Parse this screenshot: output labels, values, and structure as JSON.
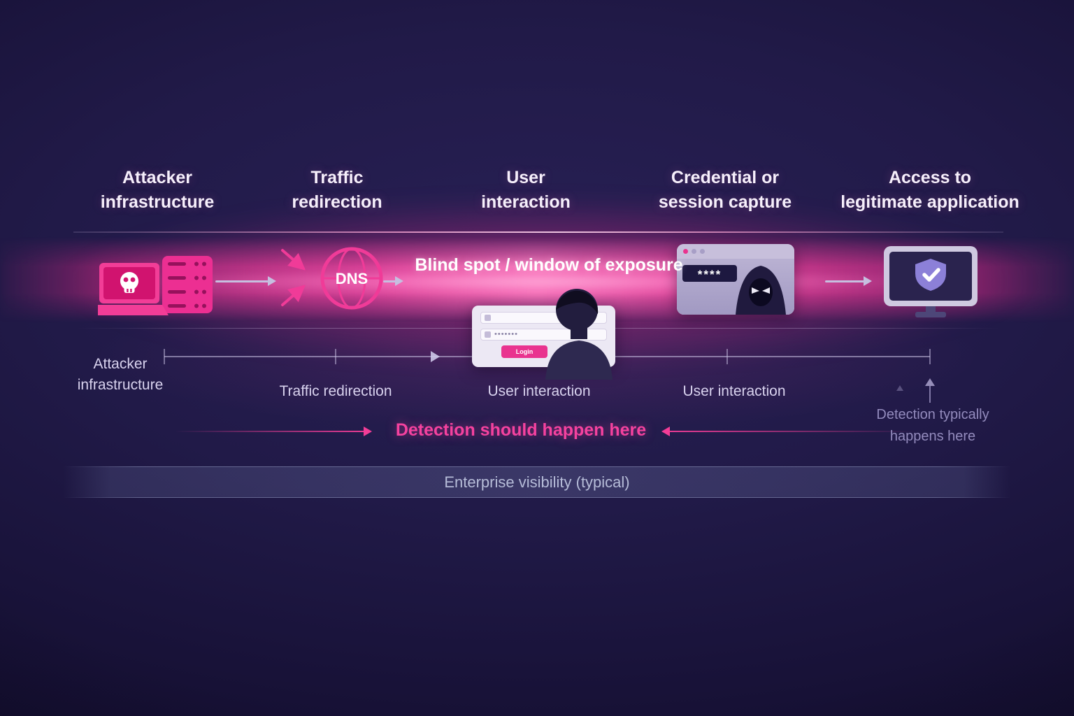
{
  "stages": [
    {
      "line1": "Attacker",
      "line2": "infrastructure"
    },
    {
      "line1": "Traffic",
      "line2": "redirection"
    },
    {
      "line1": "User",
      "line2": "interaction"
    },
    {
      "line1": "Credential or",
      "line2": "session capture"
    },
    {
      "line1": "Access to",
      "line2": "legitimate application"
    }
  ],
  "band": {
    "label": "Blind spot / window of exposure"
  },
  "icons": {
    "dns_label": "DNS",
    "password_mask": "****",
    "password_dots": "•••••••",
    "login_button_label": "Login"
  },
  "timeline": {
    "labels": [
      "Attacker infrastructure",
      "Traffic redirection",
      "User interaction",
      "User interaction"
    ],
    "detection_typical": "Detection typically happens here",
    "detection_should": "Detection should happen here"
  },
  "footer": {
    "enterprise_visibility": "Enterprise visibility (typical)"
  },
  "colors": {
    "pink": "#f0368f",
    "lavender": "#d3cdec",
    "muted_purple": "#9189ba",
    "background": "#1d1640"
  }
}
